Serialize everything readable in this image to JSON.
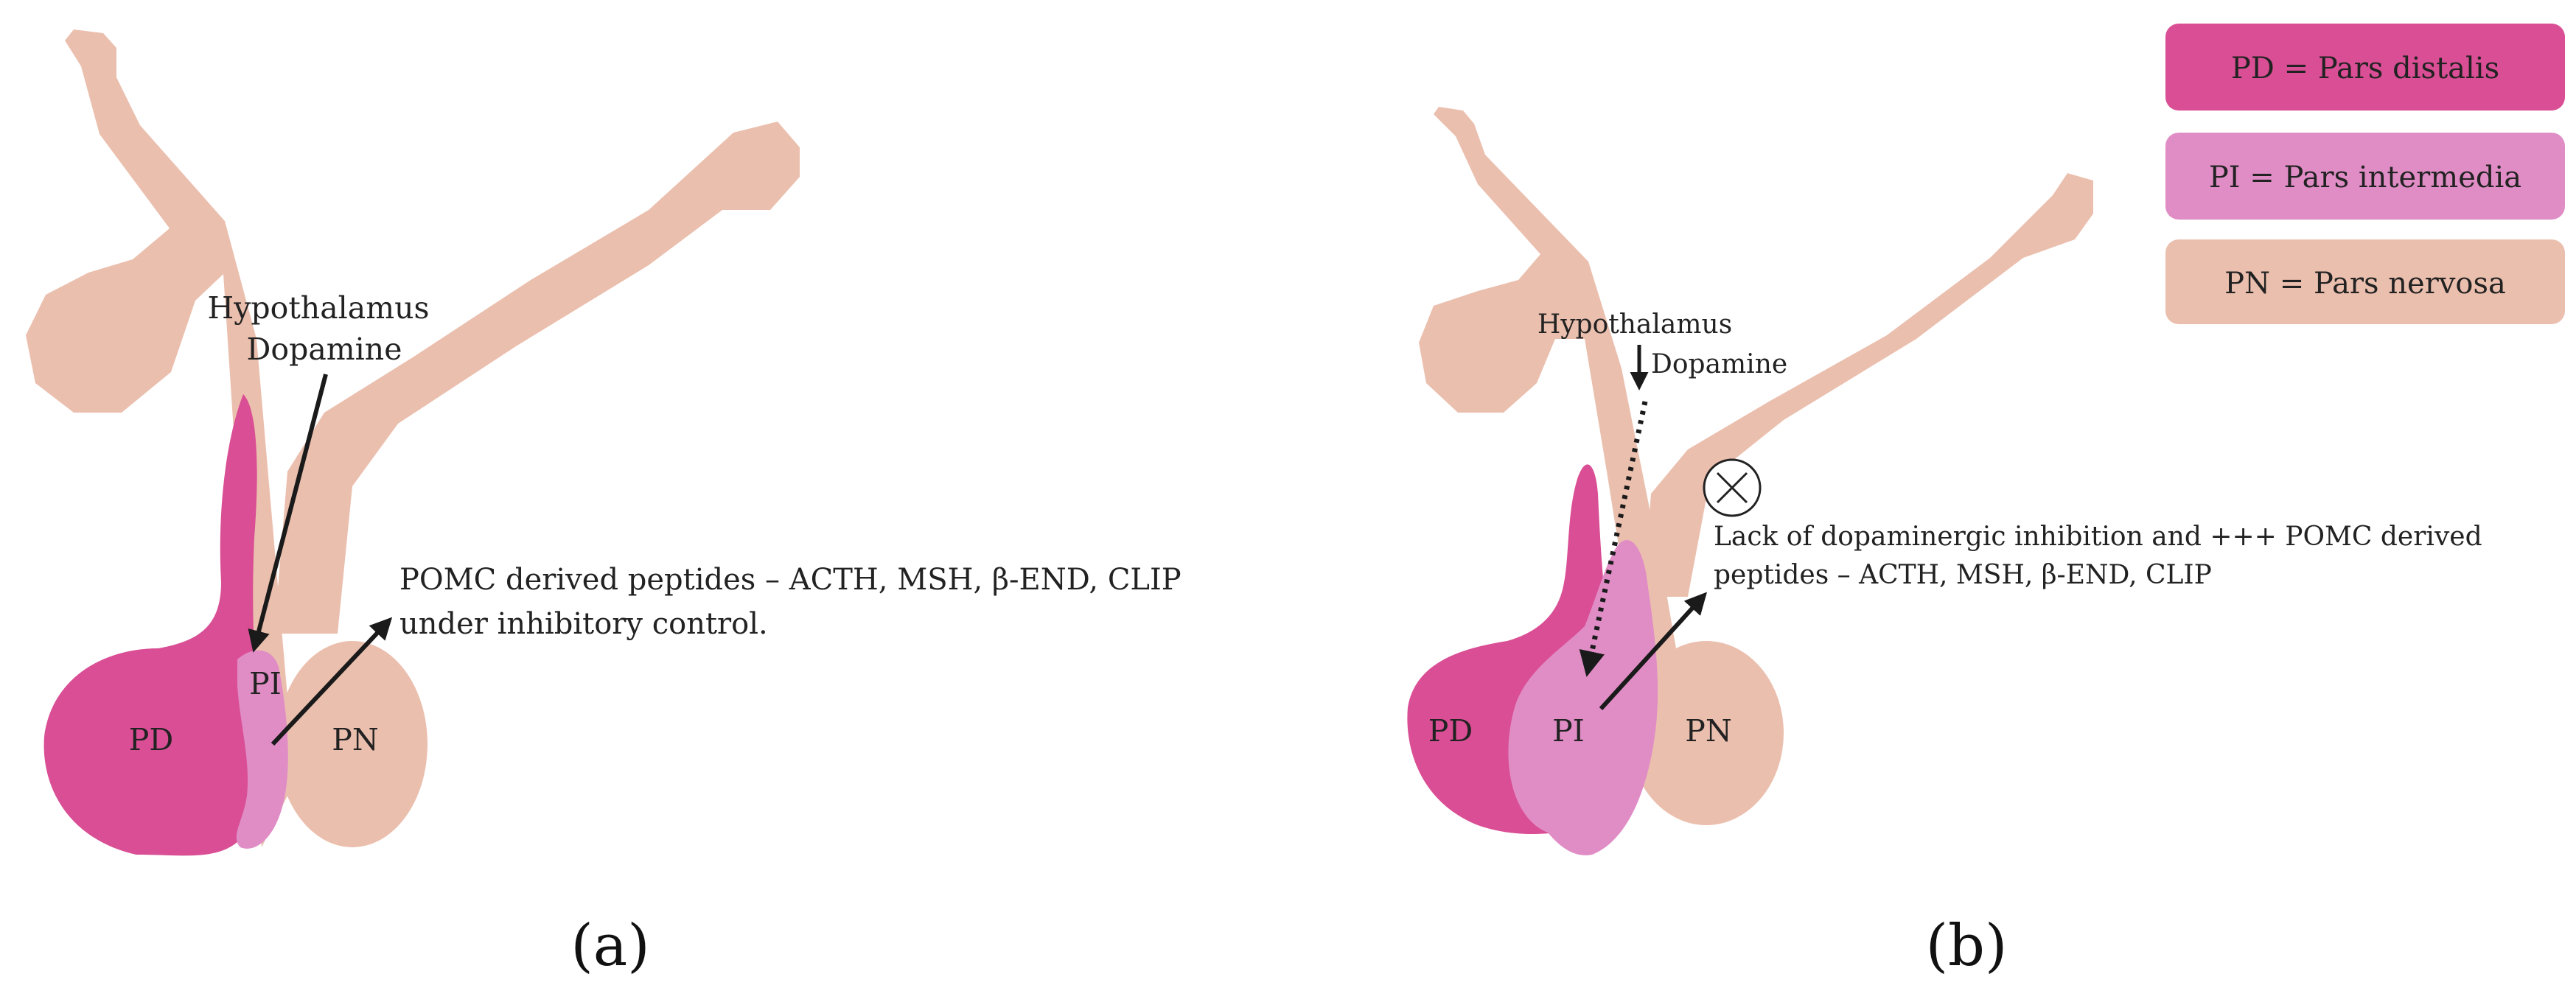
{
  "colors": {
    "pars_distalis": "#D94E94",
    "pars_intermedia": "#E08DC6",
    "pars_nervosa": "#EBBFAE",
    "arrow": "#1a1a1a",
    "text": "#222222"
  },
  "panel_a": {
    "hypothalamus": "Hypothalamus",
    "dopamine": "Dopamine",
    "pd_label": "PD",
    "pi_label": "PI",
    "pn_label": "PN",
    "annotation_line1": "POMC derived peptides – ACTH, MSH, β-END, CLIP",
    "annotation_line2": "under inhibitory control.",
    "caption": "(a)"
  },
  "panel_b": {
    "hypothalamus": "Hypothalamus",
    "dopamine": "Dopamine",
    "pd_label": "PD",
    "pi_label": "PI",
    "pn_label": "PN",
    "inhibit_icon": "circled-x-icon",
    "annotation_line1": "Lack of dopaminergic inhibition and +++ POMC derived",
    "annotation_line2": "peptides – ACTH, MSH, β-END, CLIP",
    "caption": "(b)"
  },
  "legend": {
    "items": [
      {
        "text": "PD = Pars distalis",
        "color": "#D94E94"
      },
      {
        "text": "PI = Pars intermedia",
        "color": "#E08DC6"
      },
      {
        "text": "PN = Pars nervosa",
        "color": "#EBBFAE"
      }
    ]
  }
}
